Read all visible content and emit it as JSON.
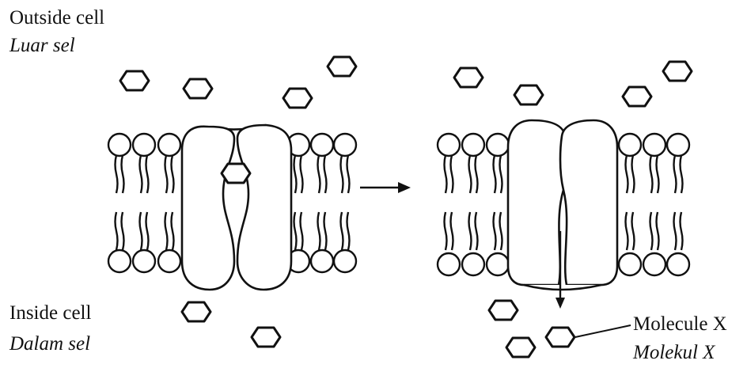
{
  "labels": {
    "outside_en": "Outside cell",
    "outside_ms": "Luar sel",
    "inside_en": "Inside cell",
    "inside_ms": "Dalam sel",
    "molecule_en": "Molecule X",
    "molecule_ms": "Molekul X"
  },
  "colors": {
    "ink": "#111111",
    "fill": "#ffffff"
  }
}
